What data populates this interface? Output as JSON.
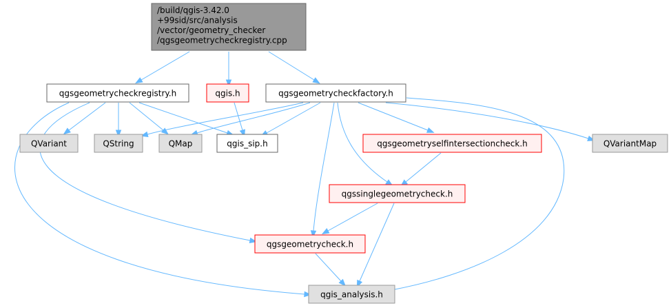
{
  "styles": {
    "root": {
      "fill": "#999999",
      "stroke": "#666666"
    },
    "linked": {
      "fill": "#ffffff",
      "stroke": "#666666"
    },
    "external": {
      "fill": "#e0e0e0",
      "stroke": "#999999"
    },
    "missing": {
      "fill": "#fff0f0",
      "stroke": "#ff0000"
    },
    "edge_color": "#63b8ff"
  },
  "nodes": [
    {
      "id": "root",
      "lines": [
        "/build/qgis-3.42.0",
        "+99sid/src/analysis",
        "/vector/geometry_checker",
        "/qgsgeometrycheckregistry.cpp"
      ],
      "kind": "root"
    },
    {
      "id": "registry_h",
      "lines": [
        "qgsgeometrycheckregistry.h"
      ],
      "kind": "linked"
    },
    {
      "id": "qgis_h",
      "lines": [
        "qgis.h"
      ],
      "kind": "missing"
    },
    {
      "id": "factory_h",
      "lines": [
        "qgsgeometrycheckfactory.h"
      ],
      "kind": "linked"
    },
    {
      "id": "qvariant",
      "lines": [
        "QVariant"
      ],
      "kind": "external"
    },
    {
      "id": "qstring",
      "lines": [
        "QString"
      ],
      "kind": "external"
    },
    {
      "id": "qmap",
      "lines": [
        "QMap"
      ],
      "kind": "external"
    },
    {
      "id": "qgis_sip",
      "lines": [
        "qgis_sip.h"
      ],
      "kind": "linked"
    },
    {
      "id": "selfint_h",
      "lines": [
        "qgsgeometryselfintersectioncheck.h"
      ],
      "kind": "missing"
    },
    {
      "id": "qvariantmap",
      "lines": [
        "QVariantMap"
      ],
      "kind": "external"
    },
    {
      "id": "single_h",
      "lines": [
        "qgssinglegeometrycheck.h"
      ],
      "kind": "missing"
    },
    {
      "id": "check_h",
      "lines": [
        "qgsgeometrycheck.h"
      ],
      "kind": "missing"
    },
    {
      "id": "analysis_h",
      "lines": [
        "qgis_analysis.h"
      ],
      "kind": "external"
    }
  ],
  "edges": [
    {
      "from": "root",
      "to": "registry_h"
    },
    {
      "from": "root",
      "to": "qgis_h"
    },
    {
      "from": "root",
      "to": "factory_h"
    },
    {
      "from": "registry_h",
      "to": "qvariant"
    },
    {
      "from": "registry_h",
      "to": "qstring"
    },
    {
      "from": "registry_h",
      "to": "qmap"
    },
    {
      "from": "registry_h",
      "to": "qgis_sip"
    },
    {
      "from": "registry_h",
      "to": "check_h"
    },
    {
      "from": "registry_h",
      "to": "analysis_h"
    },
    {
      "from": "qgis_h",
      "to": "qgis_sip"
    },
    {
      "from": "factory_h",
      "to": "qstring"
    },
    {
      "from": "factory_h",
      "to": "qmap"
    },
    {
      "from": "factory_h",
      "to": "qgis_sip"
    },
    {
      "from": "factory_h",
      "to": "selfint_h"
    },
    {
      "from": "factory_h",
      "to": "qvariantmap"
    },
    {
      "from": "factory_h",
      "to": "single_h"
    },
    {
      "from": "factory_h",
      "to": "check_h"
    },
    {
      "from": "factory_h",
      "to": "analysis_h"
    },
    {
      "from": "selfint_h",
      "to": "single_h"
    },
    {
      "from": "single_h",
      "to": "check_h"
    },
    {
      "from": "single_h",
      "to": "analysis_h"
    },
    {
      "from": "check_h",
      "to": "analysis_h"
    }
  ]
}
